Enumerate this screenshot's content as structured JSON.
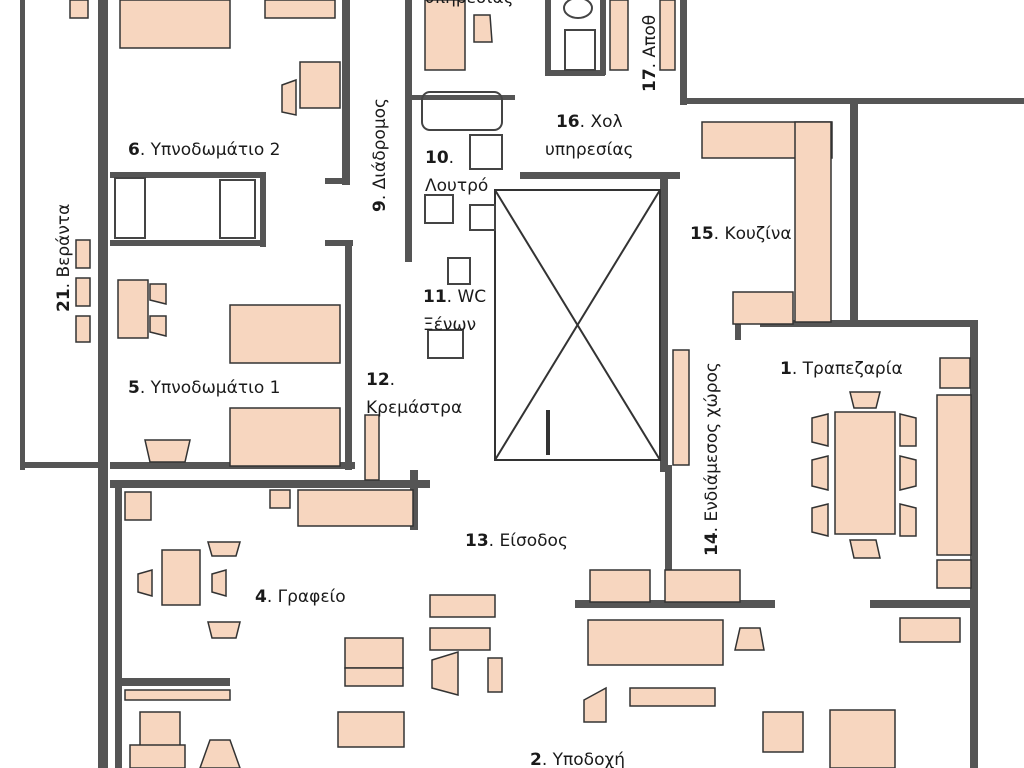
{
  "title": "Floor plan",
  "rooms": [
    {
      "num": "1",
      "name": "Τραπεζαρία"
    },
    {
      "num": "2",
      "name": "Υποδοχή"
    },
    {
      "num": "4",
      "name": "Γραφείο"
    },
    {
      "num": "5",
      "name": "Υπνοδωμάτιο 1"
    },
    {
      "num": "6",
      "name": "Υπνοδωμάτιο 2"
    },
    {
      "num": "9",
      "name": "Διάδρομος"
    },
    {
      "num": "10",
      "name": "Λουτρό"
    },
    {
      "num": "11",
      "name": "WC",
      "name2": "Ξένων"
    },
    {
      "num": "12",
      "name": "Κρεμάστρα"
    },
    {
      "num": "13",
      "name": "Είσοδος"
    },
    {
      "num": "14",
      "name": "Ενδιάμεσος χώρος"
    },
    {
      "num": "15",
      "name": "Κουζίνα"
    },
    {
      "num": "16",
      "name": "Χολ",
      "name2": "υπηρεσίας"
    },
    {
      "num": "17",
      "name": "Αποθ"
    },
    {
      "num": "21",
      "name": "Βεράντα"
    }
  ],
  "top_partial_label": "υπηρεσίας",
  "colors": {
    "wall": "#4a4a4a",
    "furniture": "#f7d6bf",
    "outline": "#333333"
  }
}
